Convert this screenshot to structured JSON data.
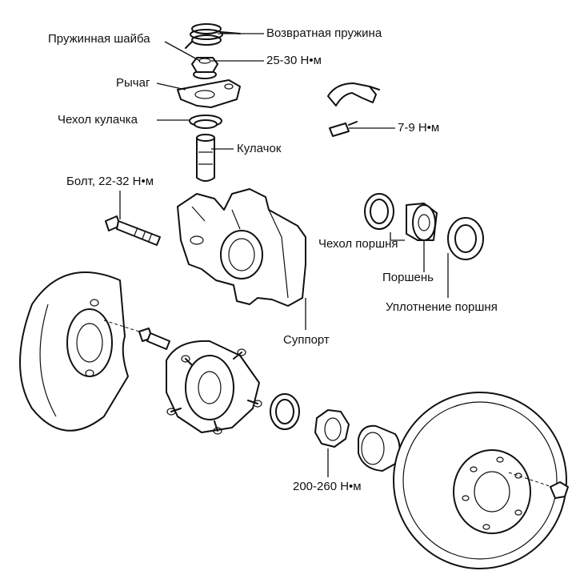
{
  "labels": {
    "return_spring": "Возвратная пружина",
    "spring_washer": "Пружинная шайба",
    "torque_nut": "25-30 Н•м",
    "lever": "Рычаг",
    "cam_boot": "Чехол кулачка",
    "cam": "Кулачок",
    "bleeder_torque": "7-9 Н•м",
    "bolt": "Болт, 22-32 Н•м",
    "piston_boot": "Чехол поршня",
    "piston": "Поршень",
    "piston_seal": "Уплотнение поршня",
    "caliper": "Суппорт",
    "hub_nut_torque": "200-260 Н•м"
  }
}
